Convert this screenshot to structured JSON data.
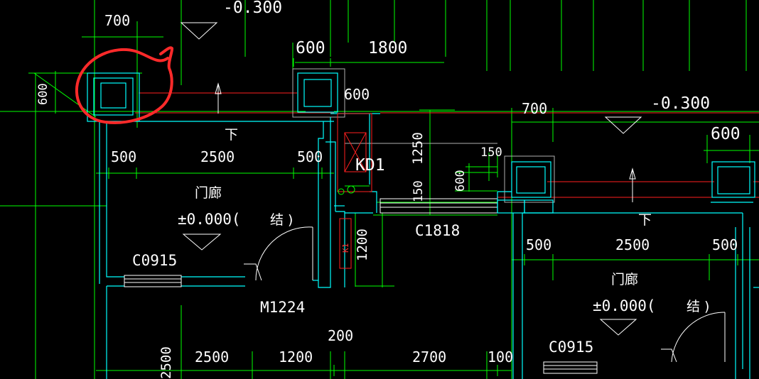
{
  "drawing": {
    "background": "#000000",
    "colors": {
      "dimension": "#00ff00",
      "wall": "#00ffff",
      "axis": "#ff2020",
      "text": "#ffffff",
      "highlight": "#ff2a2a"
    },
    "dimensions_top": {
      "d700_left": "700",
      "elev_left": "-0.300",
      "d600_top": "600",
      "d1800": "1800",
      "d600_mid": "600",
      "d700_right": "700",
      "elev_right": "-0.300",
      "d600_right": "600",
      "d150": "150"
    },
    "dimensions_vertical": {
      "d600_left_v": "600",
      "d1250": "1250",
      "d600_v": "600",
      "d150_v": "150",
      "d1200": "1200",
      "d2500_v": "2500"
    },
    "dimensions_row": {
      "left_500a": "500",
      "left_2500": "2500",
      "left_500b": "500",
      "right_500a": "500",
      "right_2500": "2500",
      "right_500b": "500",
      "bottom_2500": "2500",
      "bottom_1200": "1200",
      "bottom_200": "200",
      "bottom_2700": "2700",
      "bottom_100": "100"
    },
    "labels": {
      "down_left": "下",
      "down_right": "下",
      "porch_left": "门廊",
      "porch_right": "门廊",
      "level_left": "±0.000(",
      "level_left_struct": "结 )",
      "level_right": "±0.000(",
      "level_right_struct": "结 )",
      "window_left": "C0915",
      "window_right": "C0915",
      "window_mid": "C1818",
      "door_main": "M1224",
      "opening": "KD1",
      "k1": "K1"
    }
  }
}
